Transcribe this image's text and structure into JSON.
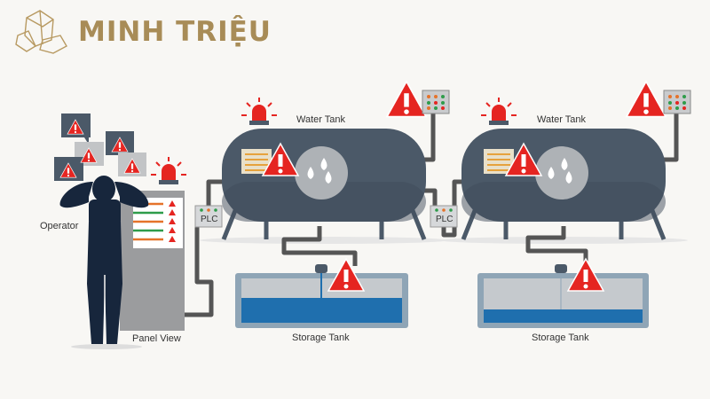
{
  "logo": {
    "text": "MINH TRIỆU"
  },
  "labels": {
    "operator": "Operator",
    "panel_view": "Panel View",
    "water_tank_1": "Water Tank",
    "water_tank_2": "Water Tank",
    "storage_tank_1": "Storage Tank",
    "storage_tank_2": "Storage Tank",
    "plc_1": "PLC",
    "plc_2": "PLC"
  },
  "colors": {
    "brand_gold": "#a88c57",
    "tank": "#4b5968",
    "warning_red": "#e52521",
    "water": "#1f6fae",
    "operator": "#17263c"
  }
}
